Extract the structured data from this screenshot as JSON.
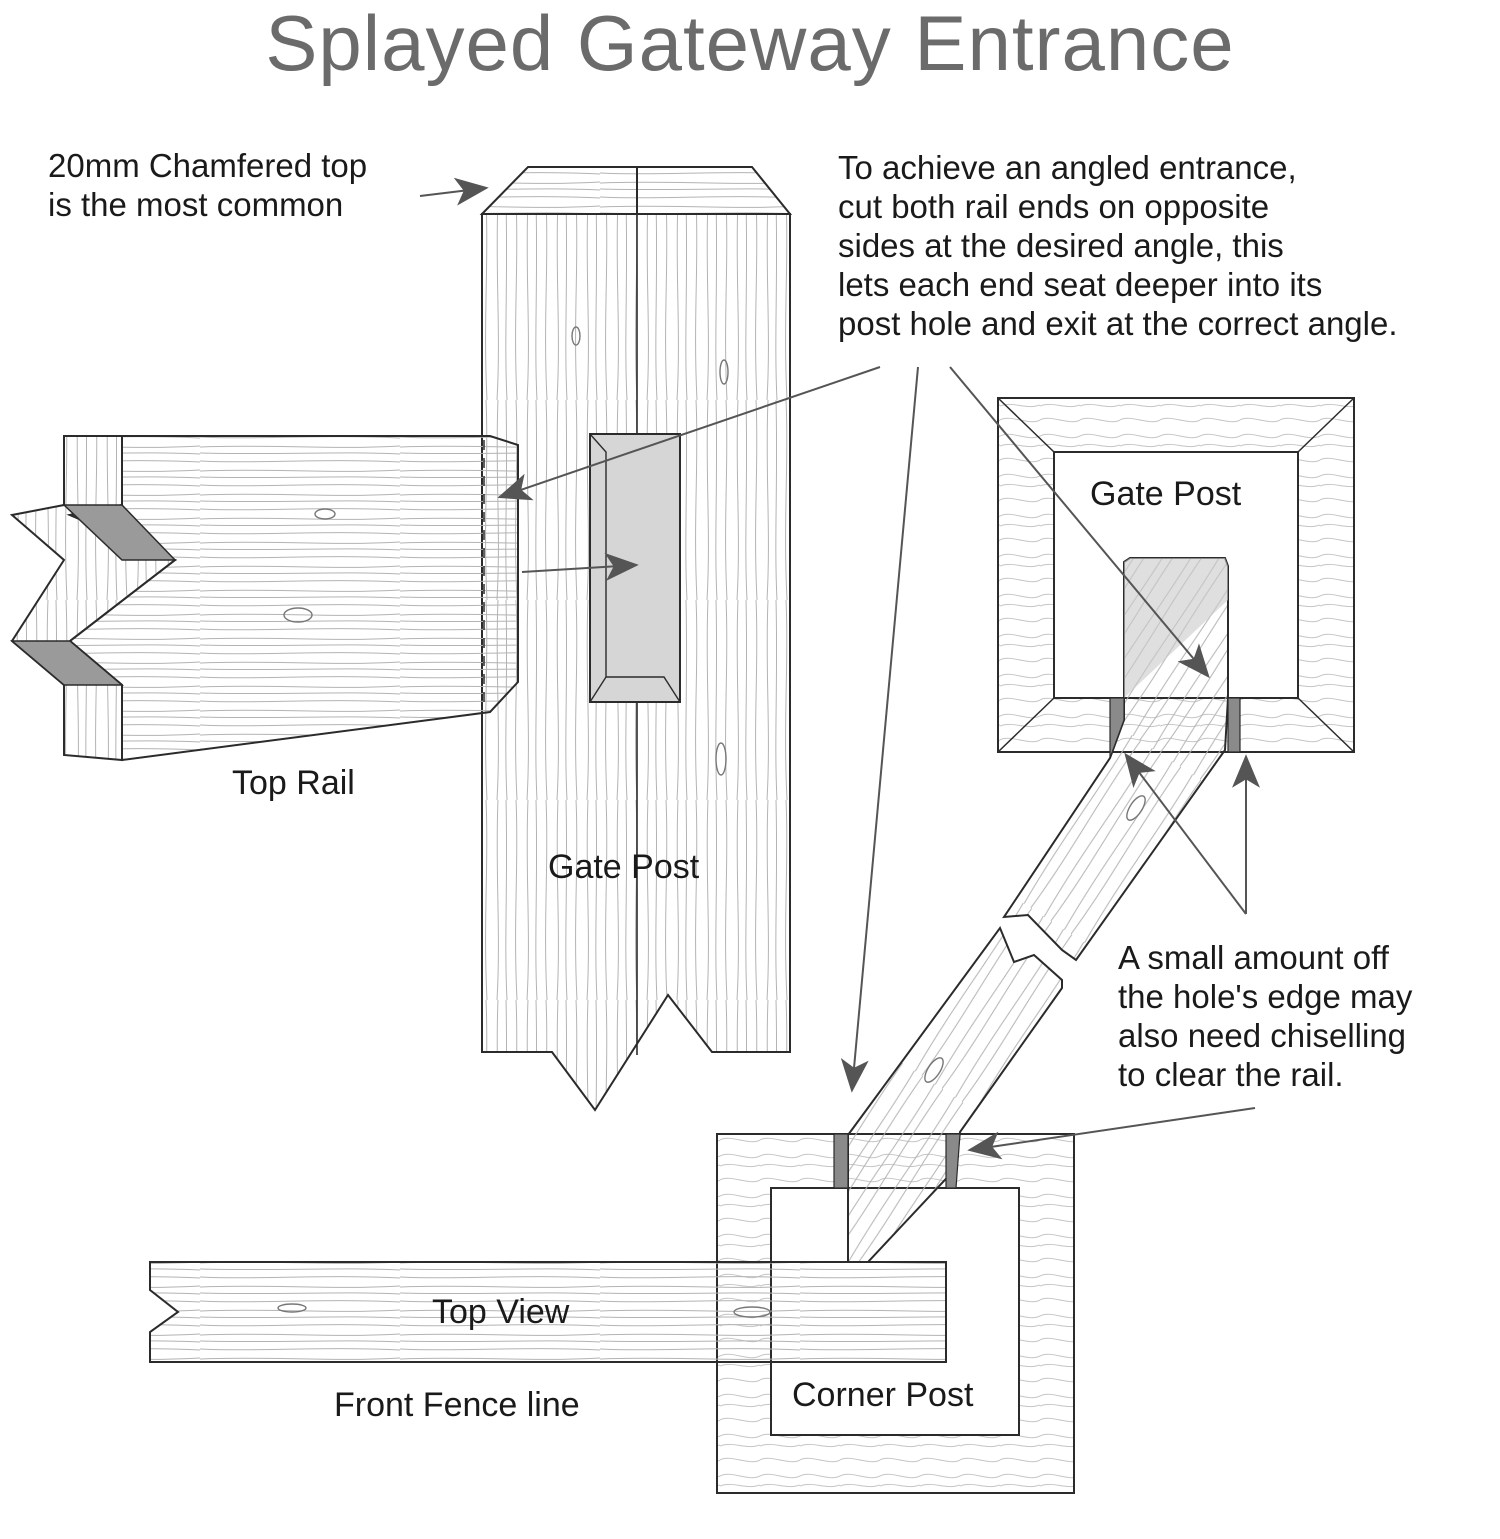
{
  "title": "Splayed Gateway Entrance",
  "notes": {
    "chamfer": "20mm Chamfered top\nis the most common",
    "angled_entrance": "To achieve an angled entrance,\ncut both rail ends on opposite\nsides at the desired angle, this\nlets each end seat deeper into its\npost hole and exit at the correct angle.",
    "chisel": "A small amount off\nthe hole's edge may\nalso need chiselling\nto clear the rail."
  },
  "labels": {
    "top_rail": "Top Rail",
    "gate_post_front": "Gate Post",
    "gate_post_top": "Gate Post",
    "top_view": "Top View",
    "front_fence_line": "Front Fence line",
    "corner_post": "Corner Post"
  },
  "colors": {
    "line": "#2b2b2b",
    "grain": "#9a9a9a",
    "shade": "#bdbdbd",
    "title": "#6b6b6b"
  }
}
